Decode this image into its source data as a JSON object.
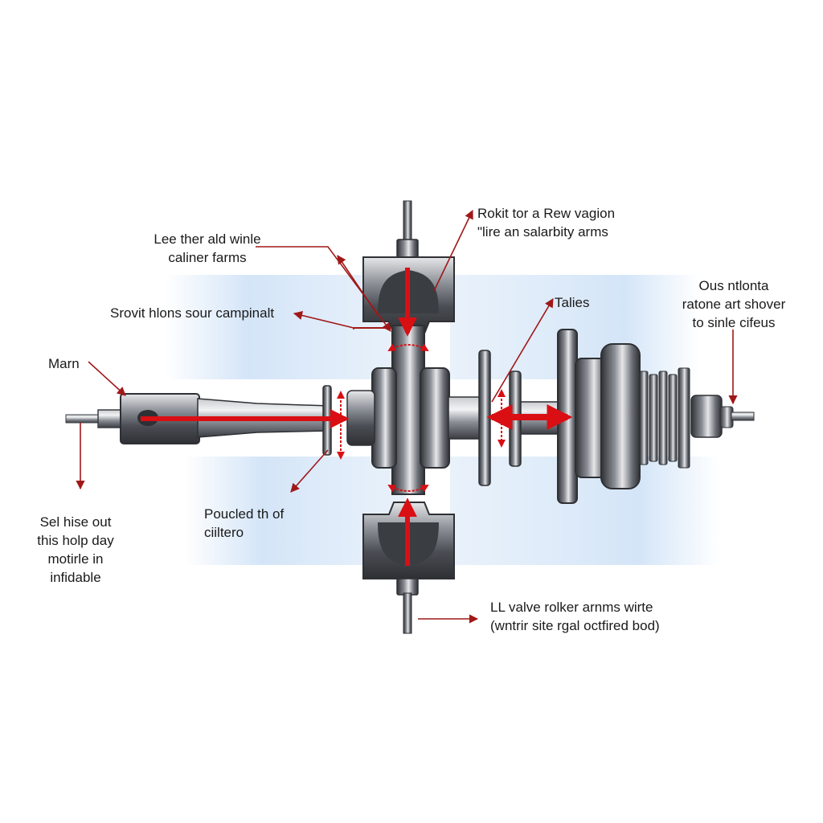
{
  "colors": {
    "background": "#ffffff",
    "band": "#cfe2f7",
    "metal_dark": "#3c3f44",
    "metal_mid": "#7c8087",
    "metal_light": "#d9dbde",
    "arrow_red": "#d90f14",
    "leader_red": "#a01818"
  },
  "labels": {
    "top_left": {
      "line1": "Lee ther ald winle",
      "line2": "caliner farms"
    },
    "top_center": {
      "line1": "Rokit tor a Rew vagion",
      "line2": "\"lire an salarbity arms"
    },
    "mid_left": {
      "line1": "Srovit hlons sour campinalt"
    },
    "top_mid": {
      "line1": "Talies"
    },
    "right": {
      "line1": "Ous ntlonta",
      "line2": "ratone art shover",
      "line3": "to sinle cifeus"
    },
    "left": {
      "line1": "Marn"
    },
    "bottom_left": {
      "line1": "Sel hise out",
      "line2": "this holp day",
      "line3": "motirle in",
      "line4": "infidable"
    },
    "bottom_mid": {
      "line1": "Poucled th of",
      "line2": "ciiltero"
    },
    "bottom": {
      "line1": "LL valve rolker arnms wirte",
      "line2": "(wntrir site rgal octfired bod)"
    }
  }
}
